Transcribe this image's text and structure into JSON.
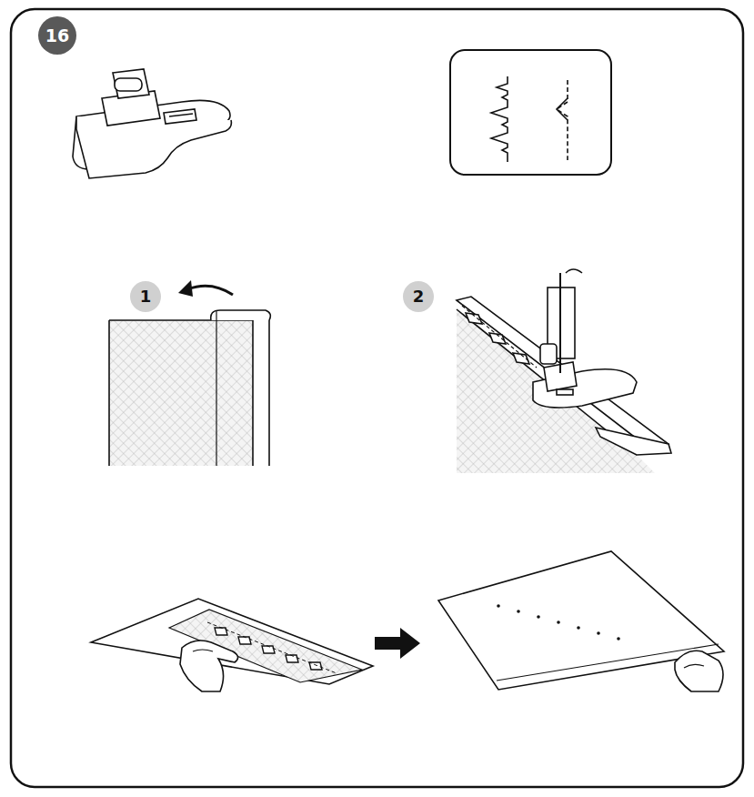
{
  "diagram": {
    "nodes": [
      {
        "text": [
          "16"
        ]
      },
      {
        "text": [
          "1"
        ]
      },
      {
        "text": [
          "2"
        ]
      }
    ]
  }
}
